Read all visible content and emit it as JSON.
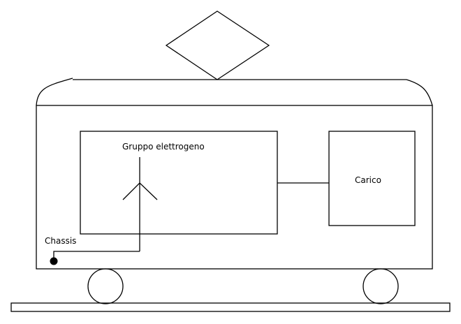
{
  "labels": {
    "generator": "Gruppo elettrogeno",
    "load": "Carico",
    "chassis": "Chassis"
  },
  "colors": {
    "stroke": "#000000",
    "background": "#ffffff"
  }
}
